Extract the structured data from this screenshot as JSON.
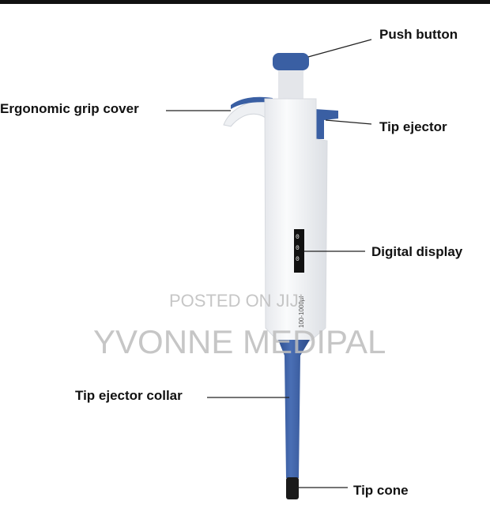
{
  "labels": {
    "push_button": "Push button",
    "grip_cover": "Ergonomic grip cover",
    "tip_ejector": "Tip ejector",
    "digital_display": "Digital display",
    "tip_ejector_collar": "Tip ejector collar",
    "tip_cone": "Tip cone"
  },
  "barrel_text": "100-1000µl",
  "watermark": {
    "line1": "POSTED ON JIJI",
    "line2": "YVONNE MEDIPAL"
  },
  "colors": {
    "blue": "#3a5fa3",
    "body": "#f4f5f7",
    "tip": "#1a1a1a"
  }
}
